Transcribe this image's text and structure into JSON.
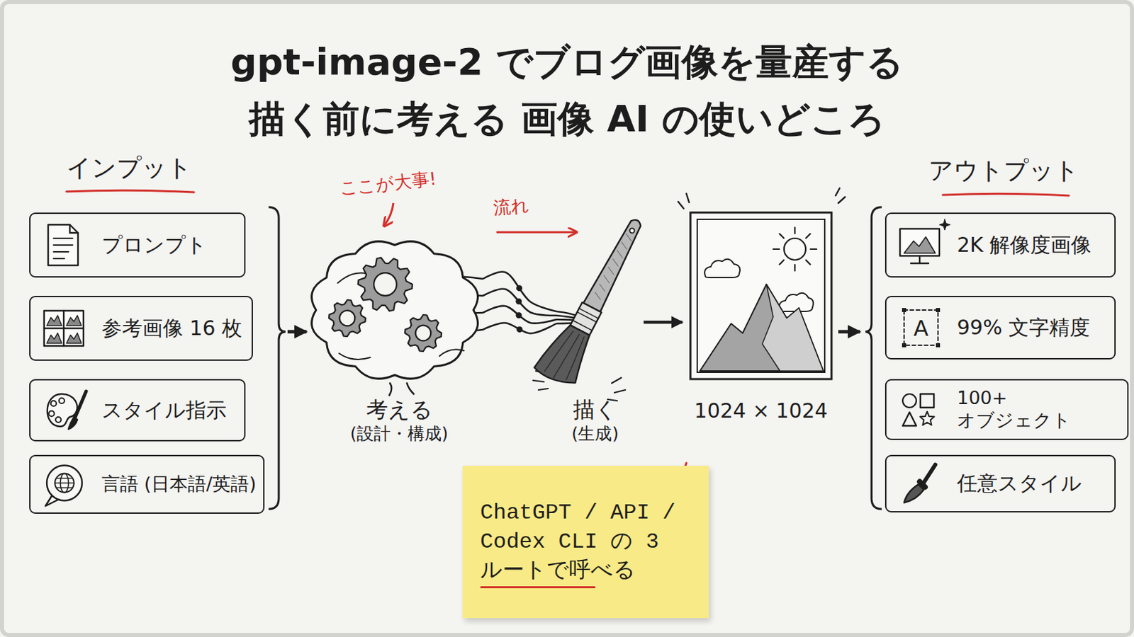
{
  "diagram": {
    "title": "gpt-image-2 でブログ画像を量産する 描く前に考える 画像 AI の使いどころ",
    "nodes": [
      {
        "text": [
          "プロンプト"
        ]
      },
      {
        "text": [
          "参考画像 16 枚"
        ]
      },
      {
        "text": [
          "スタイル指示"
        ]
      },
      {
        "text": [
          "言語 (日本語/英語)"
        ]
      },
      {
        "text": [
          "考える",
          "(設計・構成)"
        ]
      },
      {
        "text": [
          "描く",
          "(生成)"
        ]
      },
      {
        "text": [
          "1024 × 1024"
        ]
      },
      {
        "text": [
          "2K 解像度画像"
        ]
      },
      {
        "text": [
          "99% 文字精度"
        ]
      },
      {
        "text": [
          "100+ オブジェクト"
        ]
      },
      {
        "text": [
          "任意スタイル"
        ]
      },
      {
        "text": [
          "ChatGPT / API / Codex CLI の 3 ルートで呼べる"
        ]
      }
    ],
    "edges": [
      {
        "from": 4,
        "to": 5,
        "arrow": "none"
      },
      {
        "from": 5,
        "to": 6,
        "arrow": "to"
      }
    ],
    "labels": [
      "インプット",
      "アウトプット",
      "ここが大事!",
      "流れ",
      "A"
    ]
  }
}
